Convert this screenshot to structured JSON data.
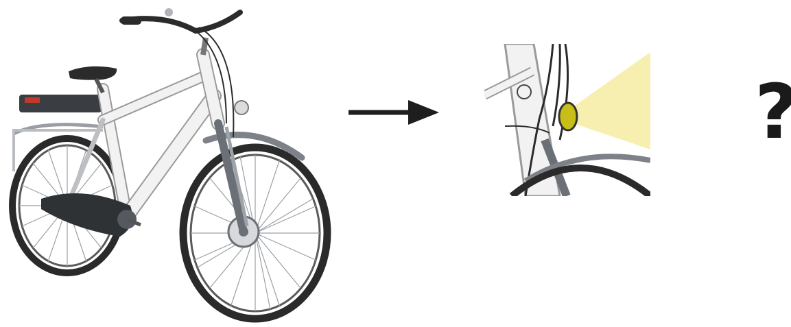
{
  "question_mark": "?",
  "colors": {
    "frame": "#f2f2f2",
    "frame_outline": "#9a9a9a",
    "tire": "#2a2a2a",
    "rim": "#5a5a5a",
    "spoke": "#9aa0a6",
    "fork": "#6b7077",
    "saddle": "#2b2b2b",
    "arrow": "#1e1e1e",
    "lamp": "#c8be18",
    "light_beam": "#f7efb0"
  },
  "icons": {
    "bike": "electric-bicycle",
    "arrow": "right-arrow",
    "zoom": "headlight-closeup"
  }
}
